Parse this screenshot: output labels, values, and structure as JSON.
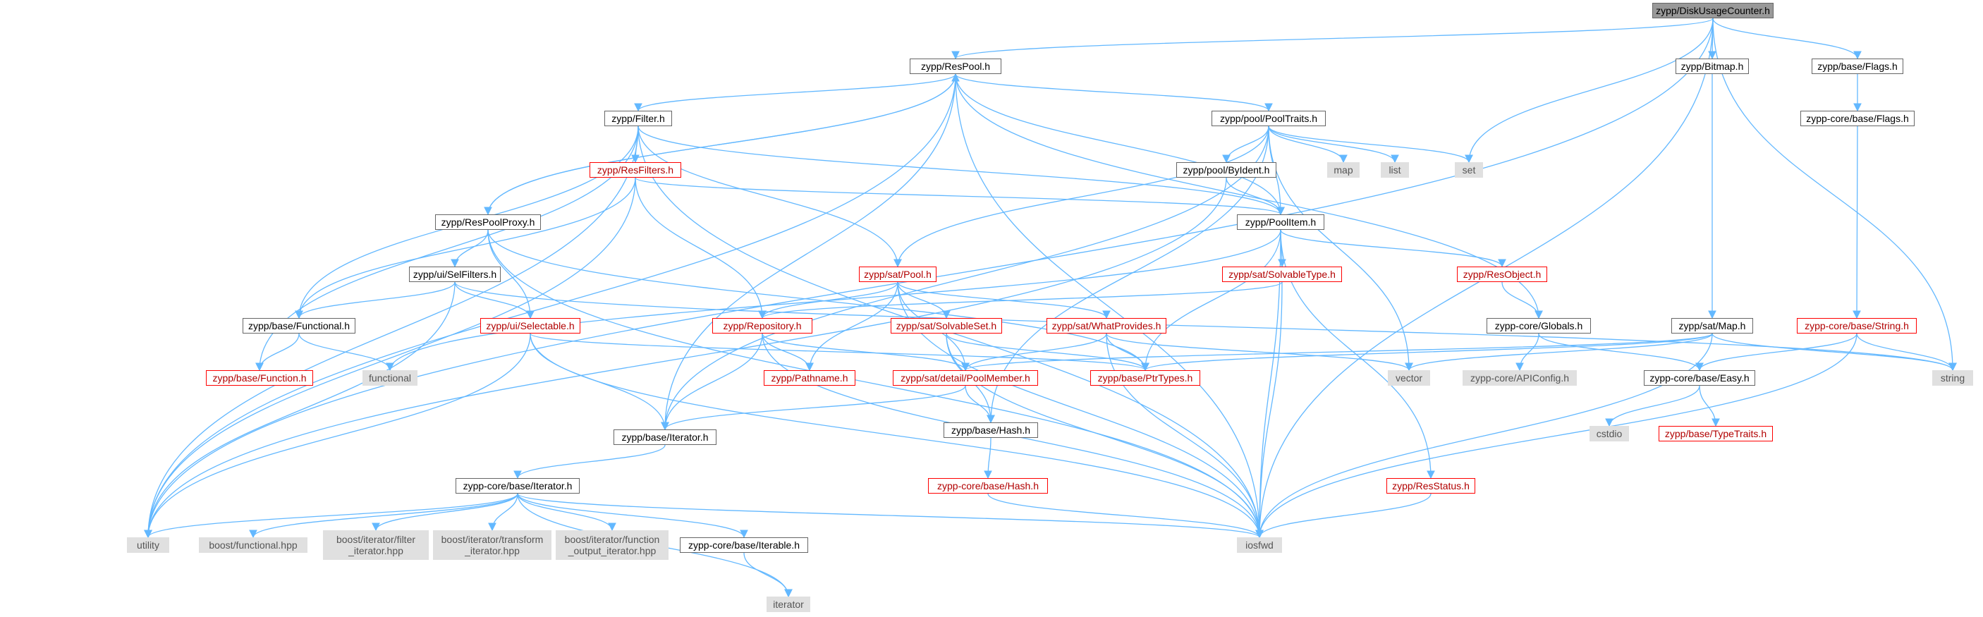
{
  "colors": {
    "edge": "#63b8ff",
    "truncated_border": "#ff0000",
    "system_fill": "#e0e0e0",
    "root_fill": "#999999"
  },
  "nodes": [
    {
      "id": "root",
      "label": "zypp/DiskUsageCounter.h",
      "kind": "root"
    },
    {
      "id": "respool",
      "label": "zypp/ResPool.h",
      "kind": "file"
    },
    {
      "id": "bitmap",
      "label": "zypp/Bitmap.h",
      "kind": "file"
    },
    {
      "id": "baseflags",
      "label": "zypp/base/Flags.h",
      "kind": "file"
    },
    {
      "id": "coreflags",
      "label": "zypp-core/base/Flags.h",
      "kind": "file"
    },
    {
      "id": "filter",
      "label": "zypp/Filter.h",
      "kind": "file"
    },
    {
      "id": "pooltraits",
      "label": "zypp/pool/PoolTraits.h",
      "kind": "file"
    },
    {
      "id": "resfilters",
      "label": "zypp/ResFilters.h",
      "kind": "trunc"
    },
    {
      "id": "byident",
      "label": "zypp/pool/ByIdent.h",
      "kind": "file"
    },
    {
      "id": "map",
      "label": "map",
      "kind": "sys"
    },
    {
      "id": "list",
      "label": "list",
      "kind": "sys"
    },
    {
      "id": "set",
      "label": "set",
      "kind": "sys"
    },
    {
      "id": "respoolproxy",
      "label": "zypp/ResPoolProxy.h",
      "kind": "file"
    },
    {
      "id": "poolitem",
      "label": "zypp/PoolItem.h",
      "kind": "file"
    },
    {
      "id": "selfilters",
      "label": "zypp/ui/SelFilters.h",
      "kind": "file"
    },
    {
      "id": "satpool",
      "label": "zypp/sat/Pool.h",
      "kind": "trunc"
    },
    {
      "id": "solvabletype",
      "label": "zypp/sat/SolvableType.h",
      "kind": "trunc"
    },
    {
      "id": "resobject",
      "label": "zypp/ResObject.h",
      "kind": "trunc"
    },
    {
      "id": "functional",
      "label": "zypp/base/Functional.h",
      "kind": "file"
    },
    {
      "id": "selectable",
      "label": "zypp/ui/Selectable.h",
      "kind": "trunc"
    },
    {
      "id": "repository",
      "label": "zypp/Repository.h",
      "kind": "trunc"
    },
    {
      "id": "solvableset",
      "label": "zypp/sat/SolvableSet.h",
      "kind": "trunc"
    },
    {
      "id": "whatprovides",
      "label": "zypp/sat/WhatProvides.h",
      "kind": "trunc"
    },
    {
      "id": "globals",
      "label": "zypp-core/Globals.h",
      "kind": "file"
    },
    {
      "id": "satmap",
      "label": "zypp/sat/Map.h",
      "kind": "file"
    },
    {
      "id": "corestring",
      "label": "zypp-core/base/String.h",
      "kind": "trunc"
    },
    {
      "id": "function",
      "label": "zypp/base/Function.h",
      "kind": "trunc"
    },
    {
      "id": "functional_sys",
      "label": "functional",
      "kind": "sys"
    },
    {
      "id": "pathname",
      "label": "zypp/Pathname.h",
      "kind": "trunc"
    },
    {
      "id": "poolmember",
      "label": "zypp/sat/detail/PoolMember.h",
      "kind": "trunc"
    },
    {
      "id": "ptrtypes",
      "label": "zypp/base/PtrTypes.h",
      "kind": "trunc"
    },
    {
      "id": "vector",
      "label": "vector",
      "kind": "sys"
    },
    {
      "id": "apiconfig",
      "label": "zypp-core/APIConfig.h",
      "kind": "sys"
    },
    {
      "id": "easy",
      "label": "zypp-core/base/Easy.h",
      "kind": "file"
    },
    {
      "id": "string",
      "label": "string",
      "kind": "sys"
    },
    {
      "id": "iterator",
      "label": "zypp/base/Iterator.h",
      "kind": "file"
    },
    {
      "id": "hash",
      "label": "zypp/base/Hash.h",
      "kind": "file"
    },
    {
      "id": "cstdio",
      "label": "cstdio",
      "kind": "sys"
    },
    {
      "id": "typetraits",
      "label": "zypp/base/TypeTraits.h",
      "kind": "trunc"
    },
    {
      "id": "coreiterator",
      "label": "zypp-core/base/Iterator.h",
      "kind": "file"
    },
    {
      "id": "corehash",
      "label": "zypp-core/base/Hash.h",
      "kind": "trunc"
    },
    {
      "id": "resstatus",
      "label": "zypp/ResStatus.h",
      "kind": "trunc"
    },
    {
      "id": "utility",
      "label": "utility",
      "kind": "sys"
    },
    {
      "id": "boostfunctional",
      "label": "boost/functional.hpp",
      "kind": "sys"
    },
    {
      "id": "filteriter",
      "label": "boost/iterator/filter\n_iterator.hpp",
      "kind": "sys"
    },
    {
      "id": "transformiter",
      "label": "boost/iterator/transform\n_iterator.hpp",
      "kind": "sys"
    },
    {
      "id": "funcoutiter",
      "label": "boost/iterator/function\n_output_iterator.hpp",
      "kind": "sys"
    },
    {
      "id": "iterable",
      "label": "zypp-core/base/Iterable.h",
      "kind": "file"
    },
    {
      "id": "iosfwd",
      "label": "iosfwd",
      "kind": "sys"
    },
    {
      "id": "iterator_sys",
      "label": "iterator",
      "kind": "sys"
    }
  ]
}
